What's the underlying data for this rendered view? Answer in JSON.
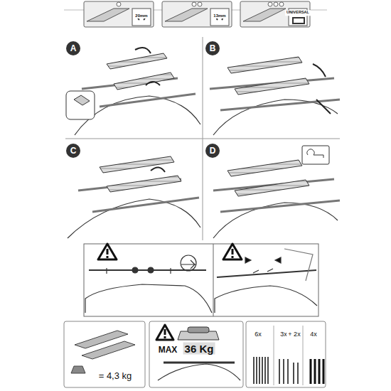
{
  "diagram": {
    "labels": [
      "20mm",
      "13mm",
      "UNIVERSAL",
      "A",
      "B",
      "C",
      "D",
      "MAX",
      "36 Kg",
      "= 4,3 kg",
      "6x",
      "3x",
      "+ 2x",
      "4x"
    ]
  }
}
